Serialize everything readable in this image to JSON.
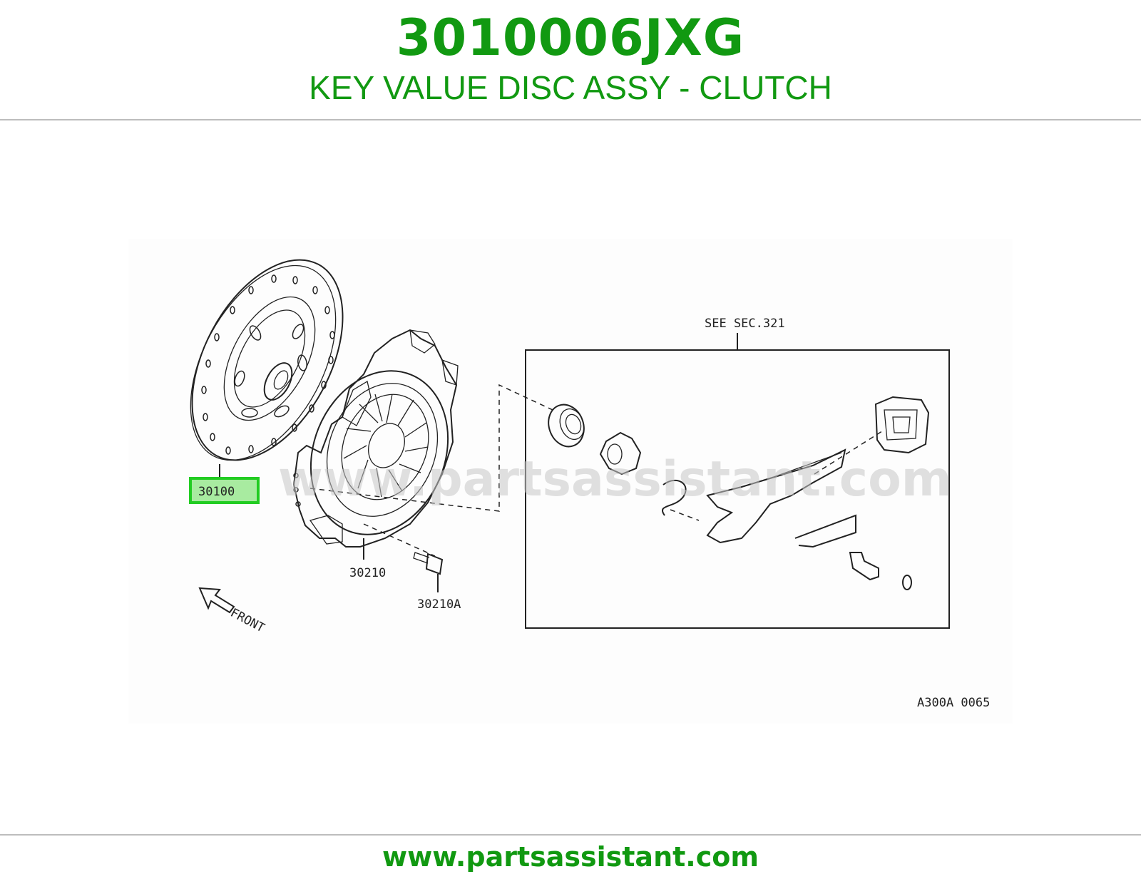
{
  "header": {
    "part_number": "3010006JXG",
    "part_name": "KEY VALUE DISC ASSY - CLUTCH"
  },
  "diagram": {
    "callouts": {
      "highlighted": "30100",
      "cover": "30210",
      "bolt": "30210A",
      "section_ref": "SEE SEC.321",
      "front": "FRONT",
      "drawing_code": "A300A 0065"
    },
    "watermark": "www.partsassistant.com",
    "highlight_color": "#22cc22",
    "accent_color": "#119911"
  },
  "footer": {
    "url": "www.partsassistant.com"
  }
}
